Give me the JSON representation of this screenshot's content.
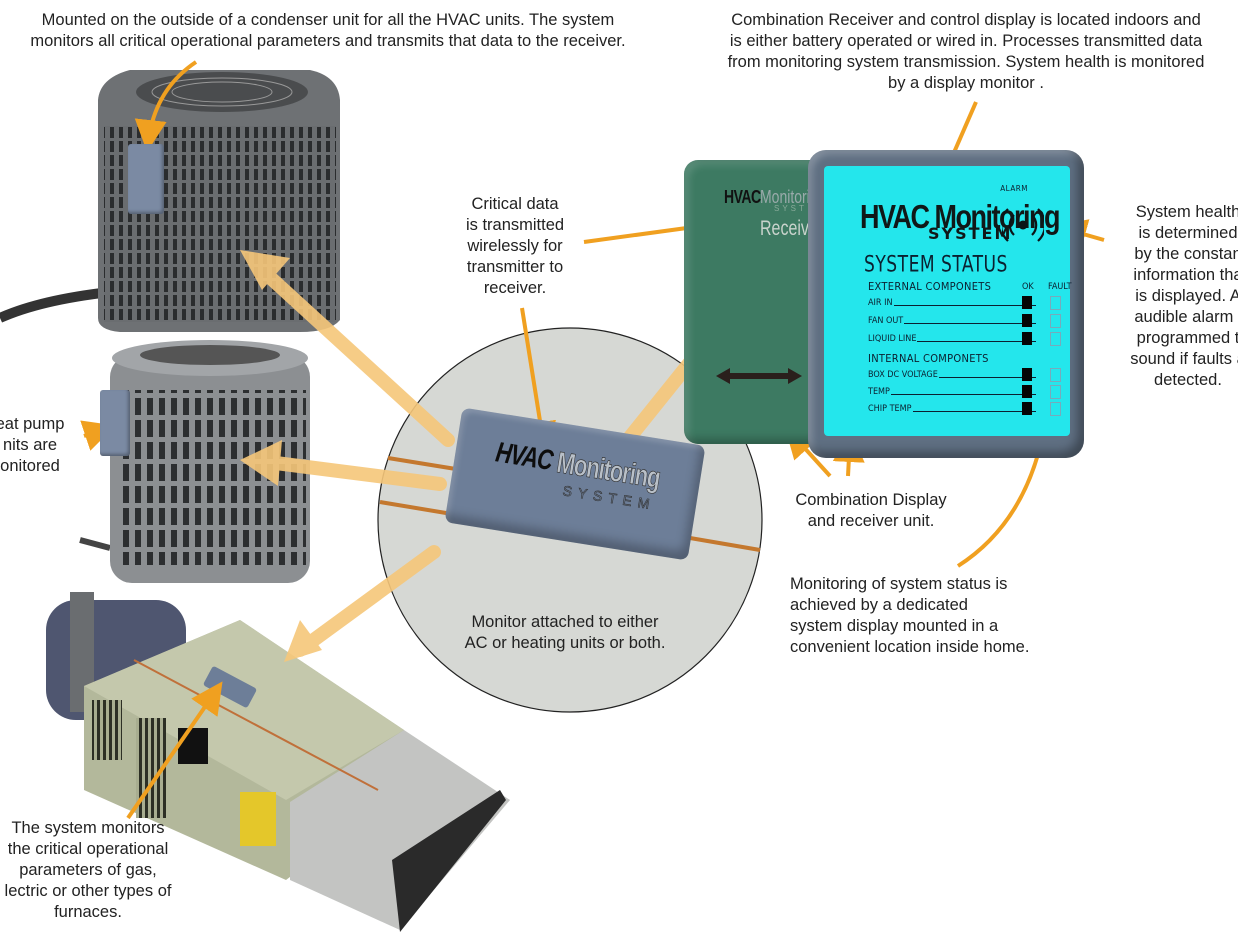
{
  "captions": {
    "condenser": "Mounted on the outside of a condenser unit for all the HVAC units. The system\nmonitors all critical operational parameters and transmits that data to the receiver.",
    "receiver_display": "Combination Receiver and control display is located indoors and\nis either battery operated or wired in. Processes transmitted data\nfrom monitoring system transmission. System health is monitored\nby a display monitor .",
    "critical_data": "Critical data\nis transmitted\nwirelessly for\ntransmitter to\nreceiver.",
    "system_health": "System health\nis determined\nby the constan\ninformation tha\nis displayed. A\naudible alarm i\nprogrammed t\nsound if faults a\ndetected.",
    "heat_pump": "eat pump\nnits are\nonitored",
    "furnace": "The system monitors\nthe critical operational\nparameters of gas,\nlectric or other types of\nfurnaces.",
    "combination_unit": "Combination Display\nand receiver unit.",
    "status_display": "Monitoring of system status is\n achieved by a dedicated\n system display mounted in a\nconvenient location inside home.",
    "monitor_attached": "Monitor attached to either\nAC or heating units or both."
  },
  "transmitter": {
    "brand": "HVAC",
    "product": "Monitoring",
    "subtitle": "SYSTEM"
  },
  "receiver": {
    "brand": "HVAC",
    "product": "Monitori",
    "subtitle": "SYST",
    "label": "Receive"
  },
  "display": {
    "title": "HVAC Monitoring",
    "subtitle": "SYSTEM",
    "alarm_label": "ALARM",
    "alarm_icon": "alarm-signal-icon",
    "status_heading": "SYSTEM STATUS",
    "col_ok": "OK",
    "col_fault": "FAULT",
    "external_heading": "EXTERNAL COMPONETS",
    "external": [
      {
        "label": "AIR IN",
        "ok": true,
        "fault": false
      },
      {
        "label": "FAN OUT",
        "ok": true,
        "fault": false
      },
      {
        "label": "LIQUID LINE",
        "ok": true,
        "fault": false
      }
    ],
    "internal_heading": "INTERNAL COMPONETS",
    "internal": [
      {
        "label": "BOX DC VOLTAGE",
        "ok": true,
        "fault": false
      },
      {
        "label": "TEMP",
        "ok": true,
        "fault": false
      },
      {
        "label": "CHIP TEMP",
        "ok": true,
        "fault": false
      }
    ]
  },
  "colors": {
    "arrow": "#f0a020",
    "arrow_faded": "#f6c77a",
    "screen": "#24e6ec",
    "receiver_green": "#3d7a62",
    "transmitter_blue": "#6d7e98",
    "zoom_circle": "#d6d8d4"
  }
}
